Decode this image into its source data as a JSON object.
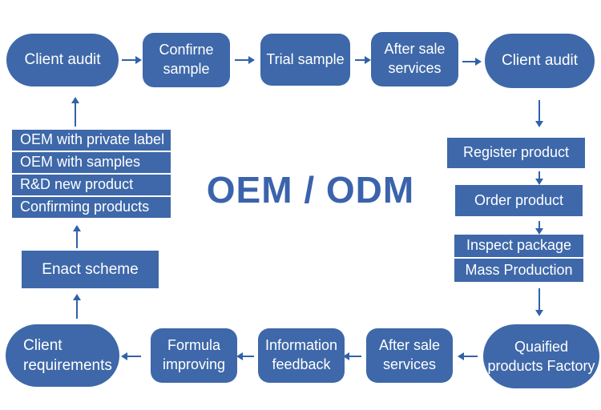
{
  "title": "OEM / ODM",
  "colors": {
    "node": "#3E68A9",
    "arrow": "#3162A8",
    "title": "#3B63AC",
    "background": "#FFFFFF"
  },
  "nodes": {
    "client_audit_top_left": "Client audit",
    "confirm_sample": "Confirne sample",
    "trial_sample": "Trial sample",
    "after_sale_services_top": "After sale services",
    "client_audit_top_right": "Client audit",
    "register_product": "Register product",
    "order_product": "Order product",
    "inspect_package": "Inspect package",
    "mass_production": "Mass Production",
    "qualified_factory_line1": "Quaified",
    "qualified_factory_line2": "products Factory",
    "after_sale_services_bottom": "After sale services",
    "information_feedback": "Information feedback",
    "formula_improving": "Formula improving",
    "client_requirements": "Client requirements",
    "enact_scheme": "Enact scheme",
    "oem_with_private_label": "OEM with private label",
    "oem_with_samples": "OEM with samples",
    "rd_new_product": "R&D new product",
    "confirming_products": "Confirming products"
  }
}
